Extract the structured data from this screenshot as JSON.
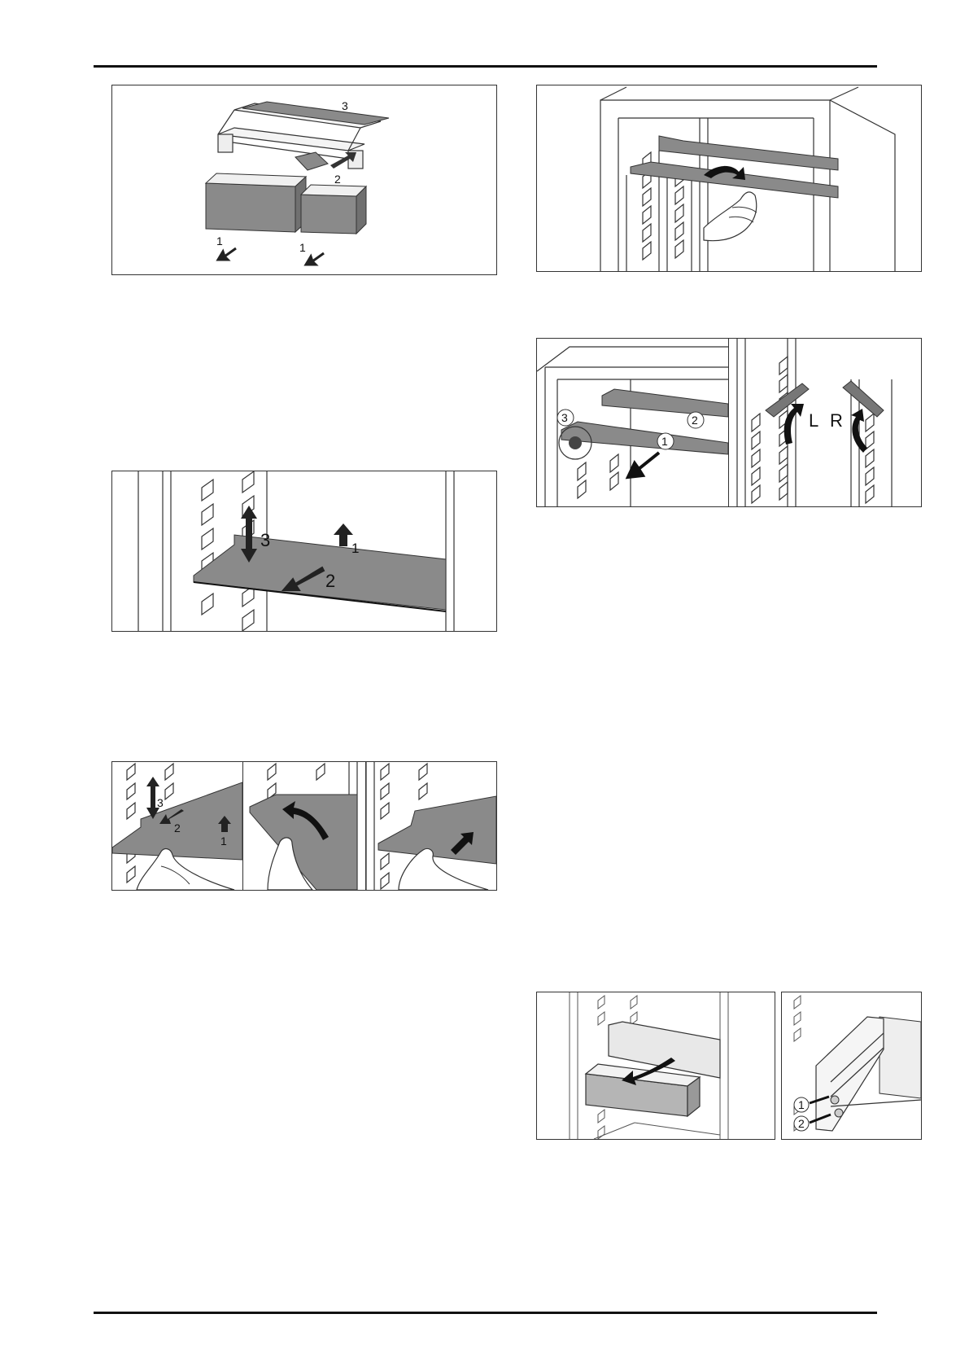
{
  "page": {
    "header_rule": "top",
    "footer_rule": "bottom"
  },
  "fig1": {
    "labels": [
      "3",
      "2",
      "1",
      "1"
    ]
  },
  "fig2": {
    "labels": []
  },
  "fig3": {
    "left_labels": [
      "3",
      "2",
      "1"
    ],
    "right_labels": [
      "L",
      "R"
    ]
  },
  "fig4": {
    "labels": [
      "3",
      "1",
      "2"
    ]
  },
  "fig5": {
    "labels": [
      "3",
      "2",
      "1"
    ]
  },
  "fig6": {
    "right_labels": [
      "1",
      "2"
    ]
  },
  "colors": {
    "shelf": "#8a8a8a",
    "shelf_dark": "#5a5a5a",
    "line": "#333333",
    "drawer": "#b5b5b5"
  }
}
